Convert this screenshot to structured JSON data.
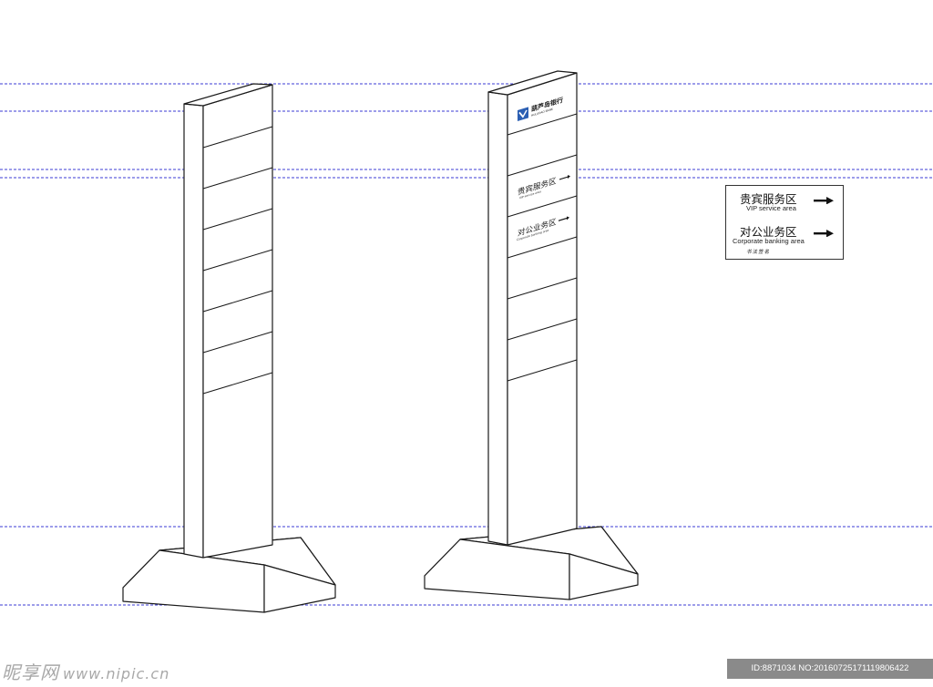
{
  "logo_sign": {
    "bank_name": "葫芦岛银行",
    "bank_name_en": "HULUDAO BANK"
  },
  "signs": [
    {
      "cn": "贵宾服务区",
      "en": "VIP service area"
    },
    {
      "cn": "对公业务区",
      "en": "Corporate banking area"
    }
  ],
  "signature": "书法签名",
  "watermark": {
    "site_cn": "昵享网",
    "site_domain": "www.nipic.cn",
    "id_text": "ID:8871034 NO:20160725171119806422"
  },
  "colors": {
    "guide_line": "#3b3bd6",
    "logo_blue": "#2b5fb3"
  }
}
